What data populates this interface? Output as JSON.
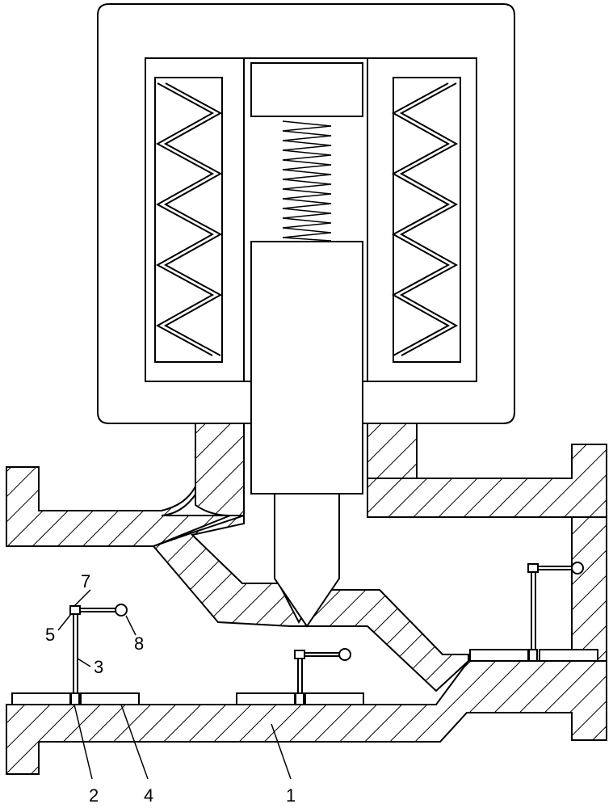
{
  "labels": {
    "l1": "1",
    "l2": "2",
    "l3": "3",
    "l4": "4",
    "l5": "5",
    "l7": "7",
    "l8": "8"
  }
}
